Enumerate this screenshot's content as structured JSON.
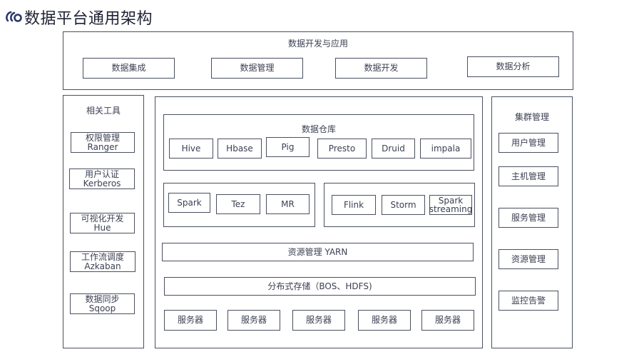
{
  "header": {
    "logo_icon": "cloud-swirl-icon",
    "title": "数据平台通用架构"
  },
  "dev_app": {
    "title": "数据开发与应用",
    "items": [
      "数据集成",
      "数据管理",
      "数据开发",
      "数据分析"
    ]
  },
  "tools": {
    "title": "相关工具",
    "items": [
      {
        "name": "权限管理",
        "sub": "Ranger"
      },
      {
        "name": "用户认证",
        "sub": "Kerberos"
      },
      {
        "name": "可视化开发",
        "sub": "Hue"
      },
      {
        "name": "工作流调度",
        "sub": "Azkaban"
      },
      {
        "name": "数据同步",
        "sub": "Sqoop"
      }
    ]
  },
  "warehouse": {
    "title": "数据仓库",
    "items": [
      "Hive",
      "Hbase",
      "Pig",
      "Presto",
      "Druid",
      "impala"
    ]
  },
  "compute_batch": {
    "items": [
      "Spark",
      "Tez",
      "MR"
    ]
  },
  "compute_stream": {
    "items": [
      "Flink",
      "Storm",
      "Spark\nstreaming"
    ]
  },
  "yarn": {
    "label": "资源管理 YARN"
  },
  "storage": {
    "label": "分布式存储（BOS、HDFS)"
  },
  "servers": {
    "items": [
      "服务器",
      "服务器",
      "服务器",
      "服务器",
      "服务器"
    ]
  },
  "cluster": {
    "title": "集群管理",
    "items": [
      "用户管理",
      "主机管理",
      "服务管理",
      "资源管理",
      "监控告警"
    ]
  },
  "colors": {
    "border": "#4a5060",
    "text": "#3b3f52",
    "logo": "#2d3a6b"
  }
}
